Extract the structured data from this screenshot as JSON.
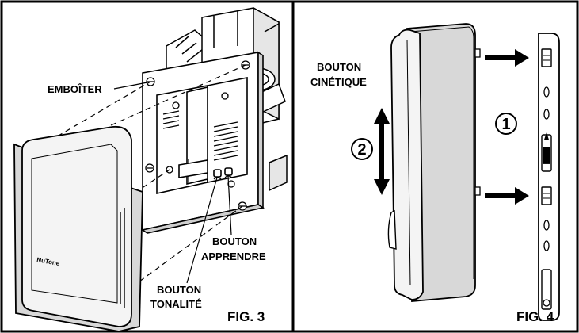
{
  "fig3": {
    "label_emboiter": "EMBOÎTER",
    "label_bouton_apprendre_1": "BOUTON",
    "label_bouton_apprendre_2": "APPRENDRE",
    "label_bouton_tonalite_1": "BOUTON",
    "label_bouton_tonalite_2": "TONALITÉ",
    "brand": "NuTone",
    "caption": "FIG. 3"
  },
  "fig4": {
    "label_bouton_cinetique_1": "BOUTON",
    "label_bouton_cinetique_2": "CINÉTIQUE",
    "step_1": "1",
    "step_2": "2",
    "caption": "FIG. 4"
  },
  "colors": {
    "ink": "#000000",
    "cover_fill": "#f4f4f4",
    "shadow_fill": "#d8d8d8"
  }
}
